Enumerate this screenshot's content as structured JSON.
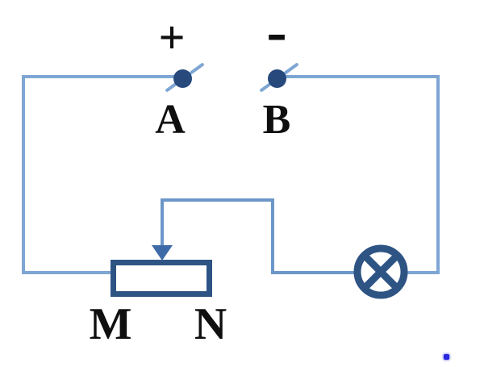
{
  "diagram": {
    "type": "circuit-diagram",
    "description_labels": {
      "positive": "+",
      "negative": "-",
      "terminal_a": "A",
      "terminal_b": "B",
      "rheostat_left": "M",
      "rheostat_right": "N"
    },
    "colors": {
      "background": "#ffffff",
      "wire": "#7ea6d4",
      "wire_mid": "#6c96c9",
      "component": "#2e5484",
      "terminal": "#27497c",
      "arrow": "#3e6ba8",
      "label_text": "#0f0f0f",
      "stray_dot": "#2828dc"
    }
  }
}
